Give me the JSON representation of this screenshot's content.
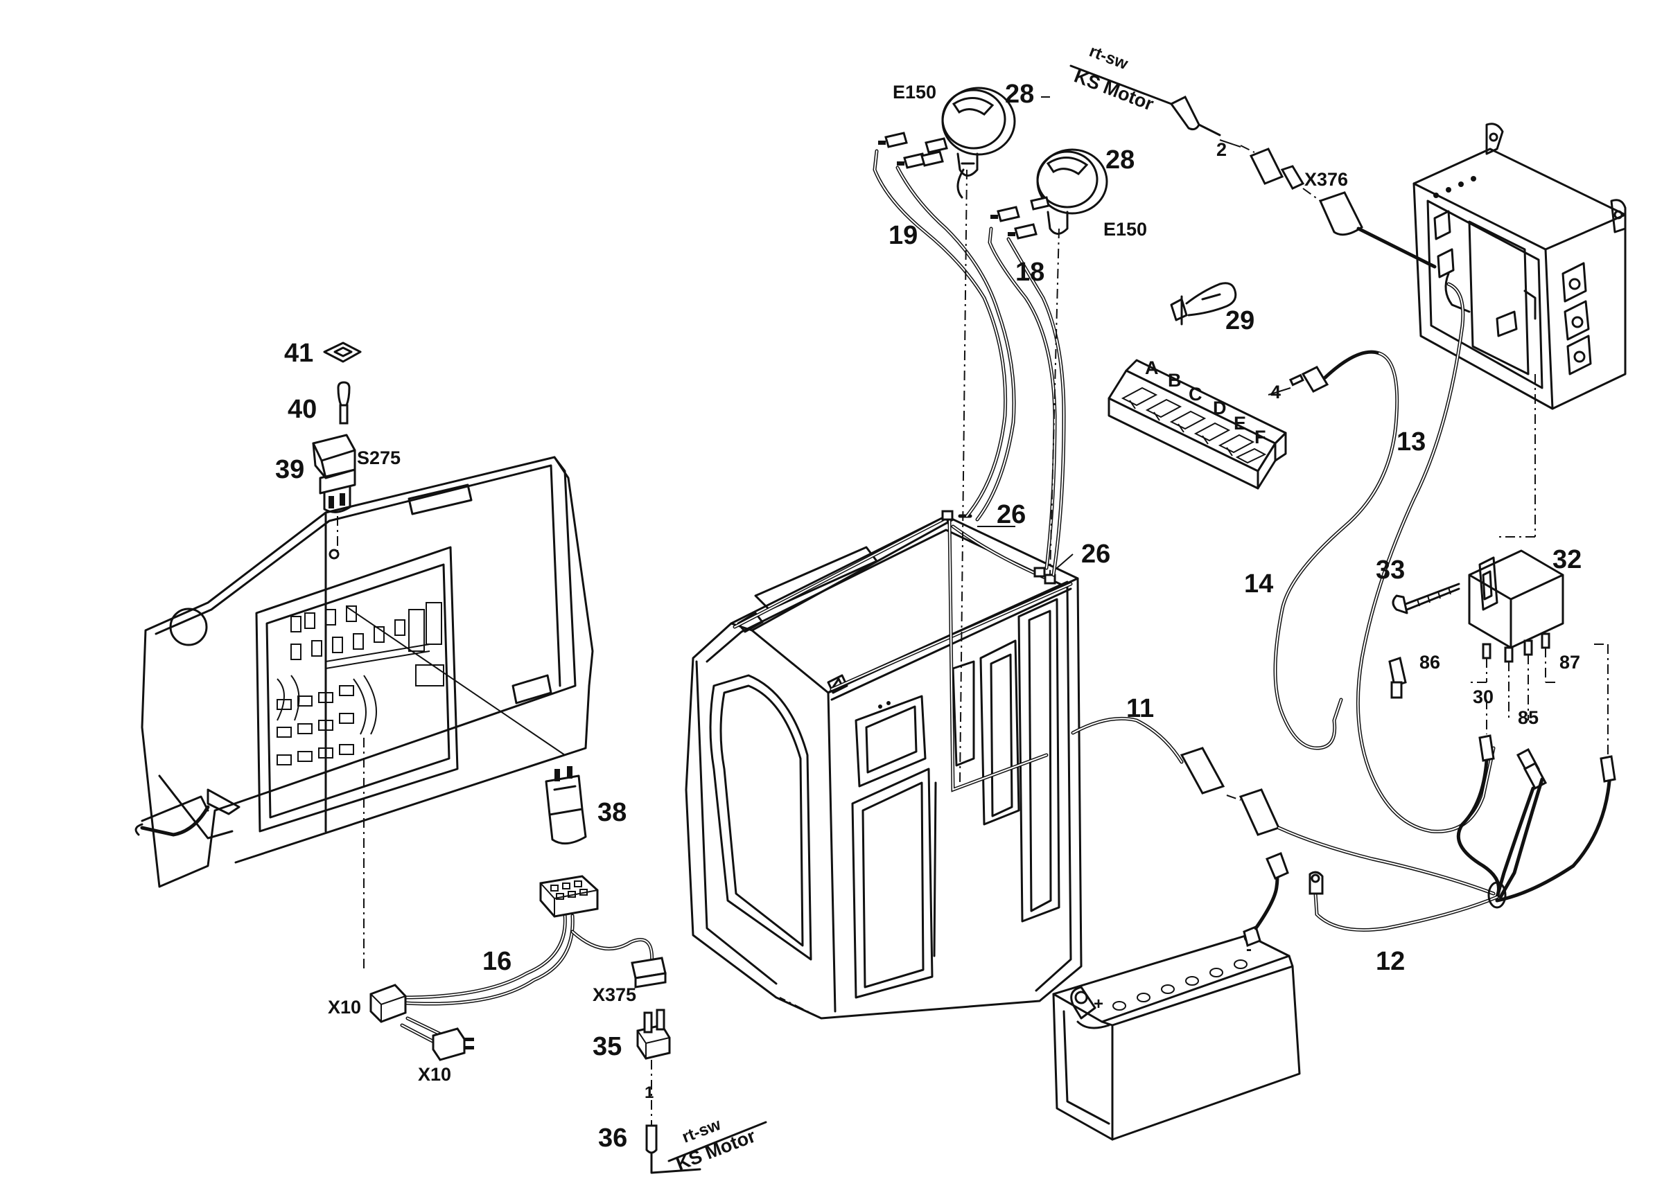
{
  "callouts": {
    "n41": "41",
    "n40": "40",
    "n39": "39",
    "s275": "S275",
    "n38": "38",
    "n16": "16",
    "x10_a": "X10",
    "x10_b": "X10",
    "x375": "X375",
    "n35": "35",
    "n1": "1",
    "n36": "36",
    "e150_a": "E150",
    "n28_a": "28",
    "n28_b": "28",
    "e150_b": "E150",
    "n19": "19",
    "n18": "18",
    "n26_a": "26",
    "n26_b": "26",
    "n2": "2",
    "x376": "X376",
    "n29": "29",
    "n4": "4",
    "fuse_a": "A",
    "fuse_b": "B",
    "fuse_c": "C",
    "fuse_d": "D",
    "fuse_e": "E",
    "fuse_f": "F",
    "n13": "13",
    "n14": "14",
    "n33": "33",
    "n32": "32",
    "n86": "86",
    "n30": "30",
    "n85": "85",
    "n87": "87",
    "n11": "11",
    "n12": "12"
  },
  "notes": {
    "top_color": "rt-sw",
    "top_target": "KS Motor",
    "bottom_color": "rt-sw",
    "bottom_target": "KS Motor"
  },
  "battery": {
    "plus": "+",
    "minus": "-"
  }
}
